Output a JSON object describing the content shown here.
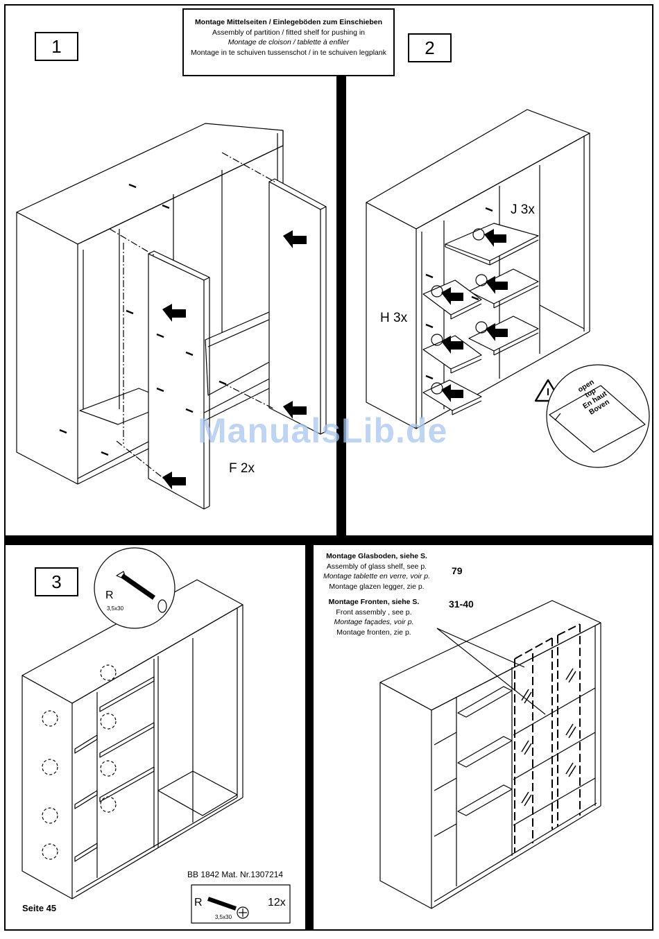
{
  "header": {
    "line_de": "Montage Mittelseiten / Einlegeböden zum Einschieben",
    "line_en": "Assembly of  partition / fitted shelf for pushing in",
    "line_fr": "Montage de  cloison / tablette à enfiler",
    "line_nl": "Montage in te schuiven tussenschot / in te schuiven legplank"
  },
  "steps": {
    "s1": "1",
    "s2": "2",
    "s3": "3"
  },
  "labels": {
    "f_count": "F 2x",
    "j_count": "J 3x",
    "h_count": "H 3x",
    "orientation": [
      "open",
      "top",
      "En haut",
      "Boven"
    ],
    "screw_letter": "R",
    "screw_size": "3,5x30",
    "screw_letter_2": "R",
    "screw_size_2": "3,5x30",
    "screw_count": "12x",
    "bb_number": "BB 1842 Mat. Nr.1307214",
    "page": "Seite 45"
  },
  "glass_info": {
    "title": "Montage Glasboden,  siehe S.",
    "en": "Assembly of glass shelf, see p.",
    "fr": "Montage tablette en verre, voir p.",
    "nl": "Montage glazen legger, zie p.",
    "page_ref": "79"
  },
  "front_info": {
    "title": "Montage Fronten,  siehe S.",
    "en": "Front assembly , see p.",
    "fr": "Montage façades, voir p.",
    "nl": "Montage fronten, zie p.",
    "page_ref": "31-40"
  },
  "watermark": "ManualsLib.de",
  "colors": {
    "ink": "#000000",
    "watermark": "#a9c6ee"
  }
}
